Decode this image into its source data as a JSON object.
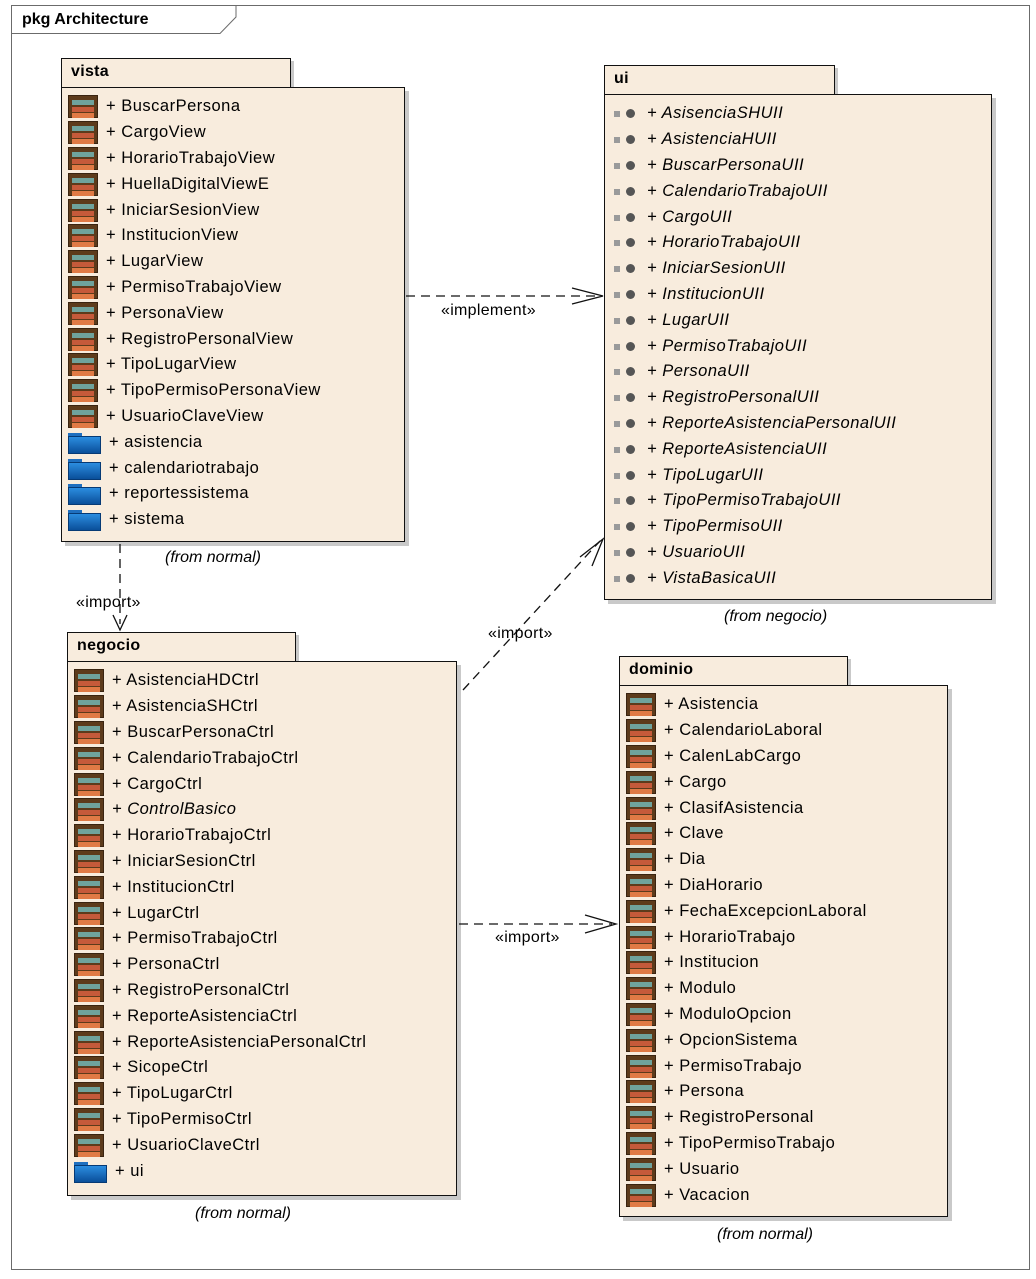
{
  "frame_title": "pkg Architecture",
  "packages": {
    "vista": {
      "name": "vista",
      "from": "(from normal)",
      "items": [
        {
          "label": "+ BuscarPersona",
          "icon": "class-icon"
        },
        {
          "label": "+ CargoView",
          "icon": "class-icon"
        },
        {
          "label": "+ HorarioTrabajoView",
          "icon": "class-icon"
        },
        {
          "label": "+ HuellaDigitalViewE",
          "icon": "class-icon"
        },
        {
          "label": "+ IniciarSesionView",
          "icon": "class-icon"
        },
        {
          "label": "+ InstitucionView",
          "icon": "class-icon"
        },
        {
          "label": "+ LugarView",
          "icon": "class-icon"
        },
        {
          "label": "+ PermisoTrabajoView",
          "icon": "class-icon"
        },
        {
          "label": "+ PersonaView",
          "icon": "class-icon"
        },
        {
          "label": "+ RegistroPersonalView",
          "icon": "class-icon"
        },
        {
          "label": "+ TipoLugarView",
          "icon": "class-icon"
        },
        {
          "label": "+ TipoPermisoPersonaView",
          "icon": "class-icon"
        },
        {
          "label": "+ UsuarioClaveView",
          "icon": "class-icon"
        },
        {
          "label": "+ asistencia",
          "icon": "folder-icon"
        },
        {
          "label": "+ calendariotrabajo",
          "icon": "folder-icon"
        },
        {
          "label": "+ reportessistema",
          "icon": "folder-icon"
        },
        {
          "label": "+ sistema",
          "icon": "folder-icon"
        }
      ]
    },
    "ui": {
      "name": "ui",
      "from": "(from negocio)",
      "items": [
        {
          "label": "+ AsisenciaSHUII",
          "icon": "interface-icon",
          "italic": true
        },
        {
          "label": "+ AsistenciaHUII",
          "icon": "interface-icon",
          "italic": true
        },
        {
          "label": "+ BuscarPersonaUII",
          "icon": "interface-icon",
          "italic": true
        },
        {
          "label": "+ CalendarioTrabajoUII",
          "icon": "interface-icon",
          "italic": true
        },
        {
          "label": "+ CargoUII",
          "icon": "interface-icon",
          "italic": true
        },
        {
          "label": "+ HorarioTrabajoUII",
          "icon": "interface-icon",
          "italic": true
        },
        {
          "label": "+ IniciarSesionUII",
          "icon": "interface-icon",
          "italic": true
        },
        {
          "label": "+ InstitucionUII",
          "icon": "interface-icon",
          "italic": true
        },
        {
          "label": "+ LugarUII",
          "icon": "interface-icon",
          "italic": true
        },
        {
          "label": "+ PermisoTrabajoUII",
          "icon": "interface-icon",
          "italic": true
        },
        {
          "label": "+ PersonaUII",
          "icon": "interface-icon",
          "italic": true
        },
        {
          "label": "+ RegistroPersonalUII",
          "icon": "interface-icon",
          "italic": true
        },
        {
          "label": "+ ReporteAsistenciaPersonalUII",
          "icon": "interface-icon",
          "italic": true
        },
        {
          "label": "+ ReporteAsistenciaUII",
          "icon": "interface-icon",
          "italic": true
        },
        {
          "label": "+ TipoLugarUII",
          "icon": "interface-icon",
          "italic": true
        },
        {
          "label": "+ TipoPermisoTrabajoUII",
          "icon": "interface-icon",
          "italic": true
        },
        {
          "label": "+ TipoPermisoUII",
          "icon": "interface-icon",
          "italic": true
        },
        {
          "label": "+ UsuarioUII",
          "icon": "interface-icon",
          "italic": true
        },
        {
          "label": "+ VistaBasicaUII",
          "icon": "interface-icon",
          "italic": true
        }
      ]
    },
    "negocio": {
      "name": "negocio",
      "from": "(from normal)",
      "items": [
        {
          "label": "+ AsistenciaHDCtrl",
          "icon": "class-icon"
        },
        {
          "label": "+ AsistenciaSHCtrl",
          "icon": "class-icon"
        },
        {
          "label": "+ BuscarPersonaCtrl",
          "icon": "class-icon"
        },
        {
          "label": "+ CalendarioTrabajoCtrl",
          "icon": "class-icon"
        },
        {
          "label": "+ CargoCtrl",
          "icon": "class-icon"
        },
        {
          "label": "+ ControlBasico",
          "icon": "class-icon",
          "italic": true
        },
        {
          "label": "+ HorarioTrabajoCtrl",
          "icon": "class-icon"
        },
        {
          "label": "+ IniciarSesionCtrl",
          "icon": "class-icon"
        },
        {
          "label": "+ InstitucionCtrl",
          "icon": "class-icon"
        },
        {
          "label": "+ LugarCtrl",
          "icon": "class-icon"
        },
        {
          "label": "+ PermisoTrabajoCtrl",
          "icon": "class-icon"
        },
        {
          "label": "+ PersonaCtrl",
          "icon": "class-icon"
        },
        {
          "label": "+ RegistroPersonalCtrl",
          "icon": "class-icon"
        },
        {
          "label": "+ ReporteAsistenciaCtrl",
          "icon": "class-icon"
        },
        {
          "label": "+ ReporteAsistenciaPersonalCtrl",
          "icon": "class-icon"
        },
        {
          "label": "+ SicopeCtrl",
          "icon": "class-icon"
        },
        {
          "label": "+ TipoLugarCtrl",
          "icon": "class-icon"
        },
        {
          "label": "+ TipoPermisoCtrl",
          "icon": "class-icon"
        },
        {
          "label": "+ UsuarioClaveCtrl",
          "icon": "class-icon"
        },
        {
          "label": "+ ui",
          "icon": "folder-icon"
        }
      ]
    },
    "dominio": {
      "name": "dominio",
      "from": "(from normal)",
      "items": [
        {
          "label": "+ Asistencia",
          "icon": "class-icon"
        },
        {
          "label": "+ CalendarioLaboral",
          "icon": "class-icon"
        },
        {
          "label": "+ CalenLabCargo",
          "icon": "class-icon"
        },
        {
          "label": "+ Cargo",
          "icon": "class-icon"
        },
        {
          "label": "+ ClasifAsistencia",
          "icon": "class-icon"
        },
        {
          "label": "+ Clave",
          "icon": "class-icon"
        },
        {
          "label": "+ Dia",
          "icon": "class-icon"
        },
        {
          "label": "+ DiaHorario",
          "icon": "class-icon"
        },
        {
          "label": "+ FechaExcepcionLaboral",
          "icon": "class-icon"
        },
        {
          "label": "+ HorarioTrabajo",
          "icon": "class-icon"
        },
        {
          "label": "+ Institucion",
          "icon": "class-icon"
        },
        {
          "label": "+ Modulo",
          "icon": "class-icon"
        },
        {
          "label": "+ ModuloOpcion",
          "icon": "class-icon"
        },
        {
          "label": "+ OpcionSistema",
          "icon": "class-icon"
        },
        {
          "label": "+ PermisoTrabajo",
          "icon": "class-icon"
        },
        {
          "label": "+ Persona",
          "icon": "class-icon"
        },
        {
          "label": "+ RegistroPersonal",
          "icon": "class-icon"
        },
        {
          "label": "+ TipoPermisoTrabajo",
          "icon": "class-icon"
        },
        {
          "label": "+ Usuario",
          "icon": "class-icon"
        },
        {
          "label": "+ Vacacion",
          "icon": "class-icon"
        }
      ]
    }
  },
  "connectors": {
    "vista_ui": "«implement»",
    "vista_negocio": "«import»",
    "negocio_ui": "«import»",
    "negocio_dominio": "«import»"
  }
}
